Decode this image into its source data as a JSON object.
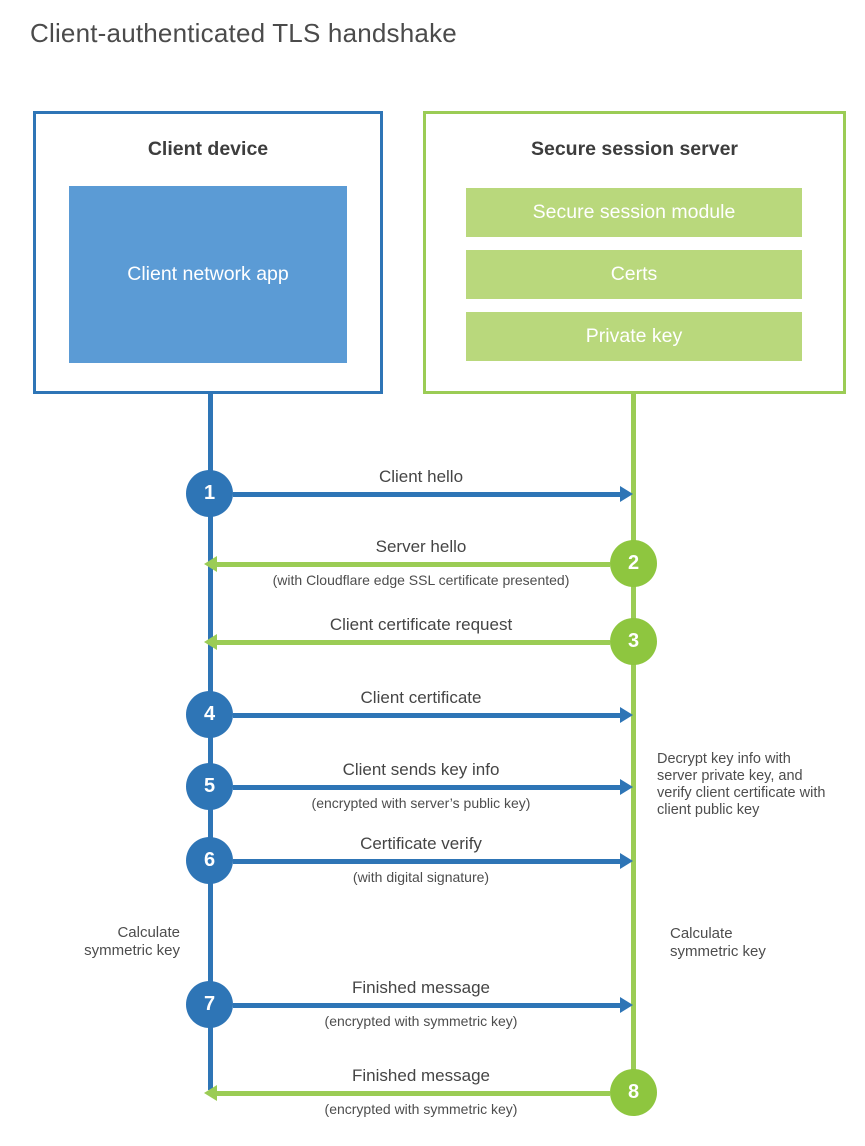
{
  "title": "Client-authenticated TLS handshake",
  "colors": {
    "blue_accent": "#2e75b6",
    "blue_fill": "#5b9bd5",
    "green_accent": "#9bcc55",
    "green_circle": "#8ec63f",
    "green_fill": "#b9d87c"
  },
  "client_box": {
    "title": "Client device",
    "app_label": "Client network app"
  },
  "server_box": {
    "title": "Secure session server",
    "modules": [
      "Secure session module",
      "Certs",
      "Private key"
    ]
  },
  "steps": [
    {
      "number": "1",
      "from": "client",
      "direction": "right",
      "label": "Client hello",
      "sublabel": ""
    },
    {
      "number": "2",
      "from": "server",
      "direction": "left",
      "label": "Server hello",
      "sublabel": "(with Cloudflare edge SSL certificate presented)"
    },
    {
      "number": "3",
      "from": "server",
      "direction": "left",
      "label": "Client certificate request",
      "sublabel": ""
    },
    {
      "number": "4",
      "from": "client",
      "direction": "right",
      "label": "Client certificate",
      "sublabel": ""
    },
    {
      "number": "5",
      "from": "client",
      "direction": "right",
      "label": "Client sends key info",
      "sublabel": "(encrypted with server’s public key)"
    },
    {
      "number": "6",
      "from": "client",
      "direction": "right",
      "label": "Certificate verify",
      "sublabel": "(with digital signature)"
    },
    {
      "number": "7",
      "from": "client",
      "direction": "right",
      "label": "Finished message",
      "sublabel": "(encrypted with symmetric key)"
    },
    {
      "number": "8",
      "from": "server",
      "direction": "left",
      "label": "Finished message",
      "sublabel": "(encrypted with symmetric key)"
    }
  ],
  "notes": {
    "calc_left": "Calculate symmetric key",
    "calc_right": "Calculate symmetric key",
    "decrypt": "Decrypt key info with server private key, and verify client certificate with client public key"
  }
}
